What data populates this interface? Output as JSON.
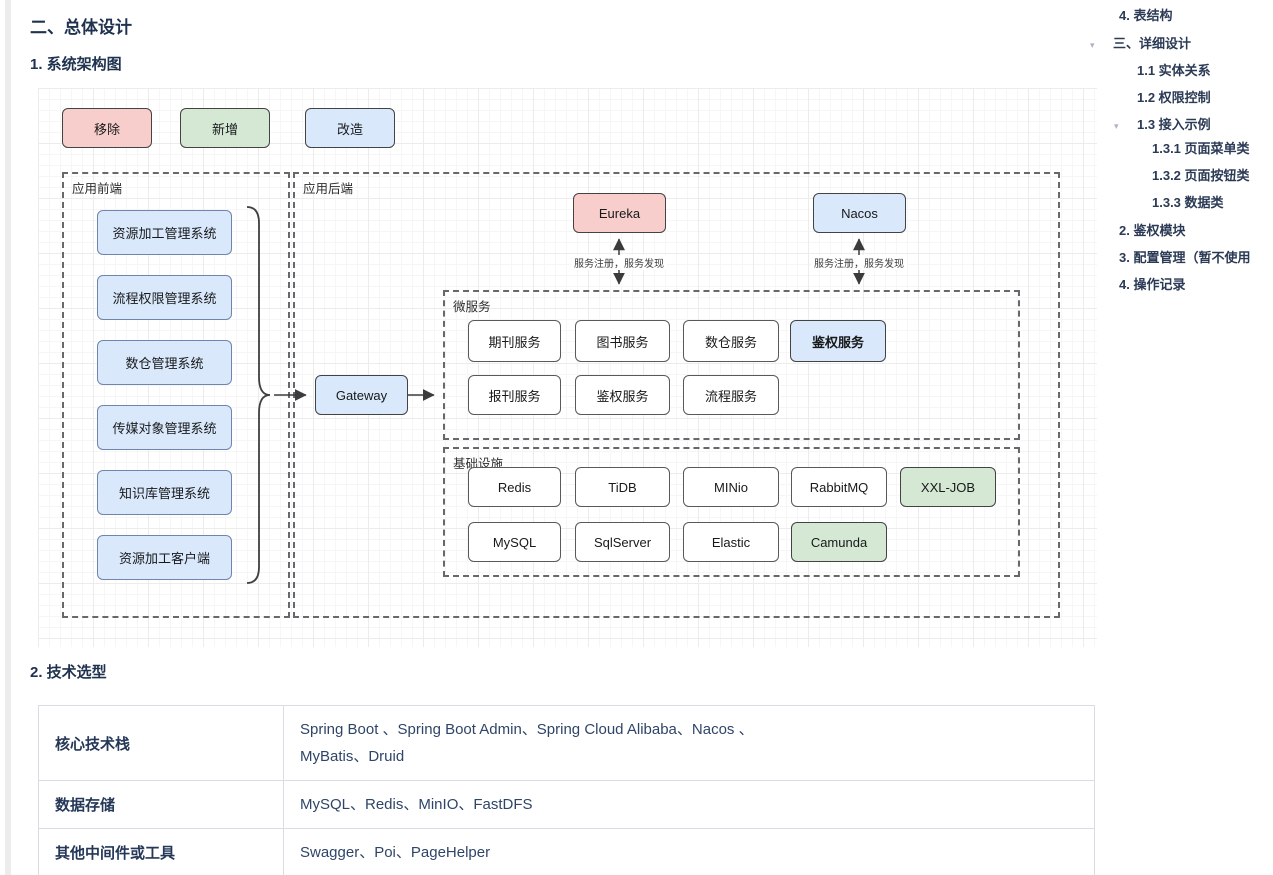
{
  "page": {
    "section_title": "二、总体设计",
    "arch_heading": "1. 系统架构图",
    "tech_heading": "2. 技术选型"
  },
  "diagram": {
    "legend": [
      {
        "label": "移除",
        "color": "#f8cecc"
      },
      {
        "label": "新增",
        "color": "#d5e8d4"
      },
      {
        "label": "改造",
        "color": "#dae8fc"
      }
    ],
    "frontend": {
      "title": "应用前端",
      "systems": [
        "资源加工管理系统",
        "流程权限管理系统",
        "数仓管理系统",
        "传媒对象管理系统",
        "知识库管理系统",
        "资源加工客户端"
      ]
    },
    "backend": {
      "title": "应用后端",
      "gateway": "Gateway",
      "registry": {
        "eureka": "Eureka",
        "nacos": "Nacos",
        "edge_label": "服务注册，服务发现"
      },
      "microservices": {
        "title": "微服务",
        "row1": [
          "期刊服务",
          "图书服务",
          "数仓服务",
          "鉴权服务"
        ],
        "row2": [
          "报刊服务",
          "鉴权服务",
          "流程服务"
        ]
      },
      "infrastructure": {
        "title": "基础设施",
        "row1": [
          "Redis",
          "TiDB",
          "MINio",
          "RabbitMQ",
          "XXL-JOB"
        ],
        "row2": [
          "MySQL",
          "SqlServer",
          "Elastic",
          "Camunda"
        ]
      }
    }
  },
  "tech_table": {
    "rows": [
      {
        "label": "核心技术栈",
        "value": "Spring Boot 、Spring Boot Admin、Spring Cloud Alibaba、Nacos 、\nMyBatis、Druid"
      },
      {
        "label": "数据存储",
        "value": "MySQL、Redis、MinIO、FastDFS"
      },
      {
        "label": "其他中间件或工具",
        "value": "Swagger、Poi、PageHelper"
      }
    ]
  },
  "toc": {
    "items": [
      {
        "label": "4. 表结构"
      },
      {
        "label": "三、详细设计"
      },
      {
        "label": "1.1 实体关系"
      },
      {
        "label": "1.2 权限控制"
      },
      {
        "label": "1.3 接入示例"
      },
      {
        "label": "1.3.1 页面菜单类"
      },
      {
        "label": "1.3.2 页面按钮类"
      },
      {
        "label": "1.3.3 数据类"
      },
      {
        "label": "2. 鉴权模块"
      },
      {
        "label": "3. 配置管理（暂不使用"
      },
      {
        "label": "4. 操作记录"
      }
    ]
  },
  "colors": {
    "removed": "#f8cecc",
    "added": "#d5e8d4",
    "modified": "#dae8fc",
    "heading": "#1f324e"
  }
}
